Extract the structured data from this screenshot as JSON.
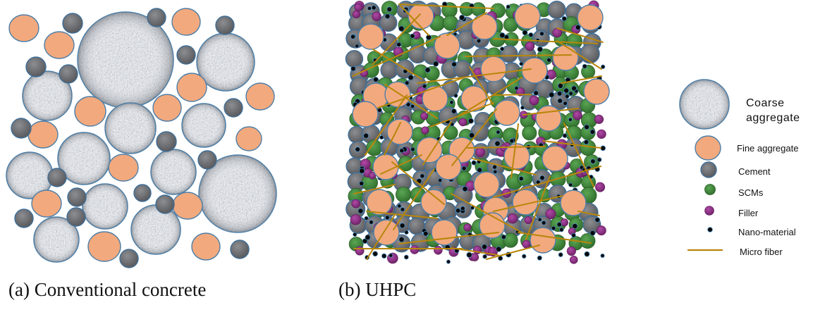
{
  "captions": {
    "a": "(a) Conventional concrete",
    "b": "(b) UHPC"
  },
  "legend": {
    "coarse_line1": "Coarse",
    "coarse_line2": "aggregate",
    "fine": "Fine aggregate",
    "cement": "Cement",
    "scms": "SCMs",
    "filler": "Filler",
    "nano": "Nano-material",
    "fiber": "Micro fiber"
  },
  "colors": {
    "coarse_fill": "#b4b8bd",
    "coarse_edge": "#4e7fa8",
    "fine_fill": "#f2a97e",
    "fine_edge": "#4e7fa8",
    "cement_fill": "#6d6e72",
    "scm_fill": "#3e8a3a",
    "filler_fill": "#8e2f86",
    "nano_fill": "#0a0a0a",
    "fiber": "#b8860b"
  }
}
